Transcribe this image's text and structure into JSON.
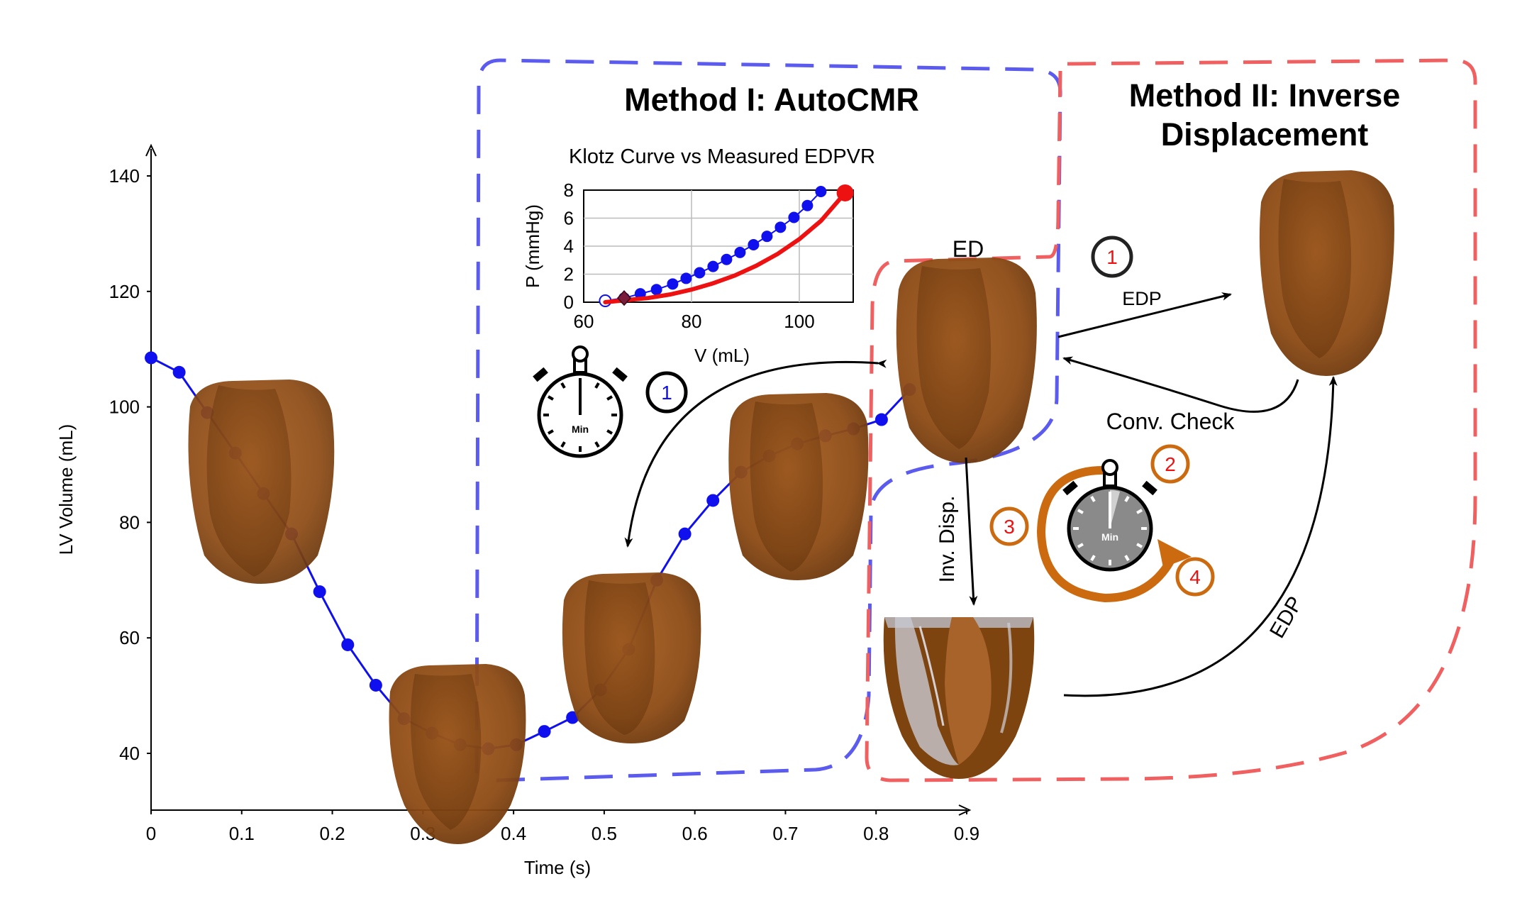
{
  "colors": {
    "lv_series": "#1010ee",
    "klotz_curve": "#ee1111",
    "method1_border": "#5b5bef",
    "method2_border": "#f06060",
    "heart_outer": "#9a5318",
    "heart_inner": "#7a3d0c",
    "stopwatch_orange": "#cc6a10",
    "timer_face_gray": "#8a8a8a"
  },
  "main_chart": {
    "ylabel": "LV Volume (mL)",
    "xlabel": "Time (s)",
    "y_ticks": [
      "40",
      "60",
      "80",
      "100",
      "120",
      "140"
    ],
    "x_ticks": [
      "0",
      "0.1",
      "0.2",
      "0.3",
      "0.4",
      "0.5",
      "0.6",
      "0.7",
      "0.8",
      "0.9"
    ]
  },
  "method1": {
    "title": "Method I: AutoCMR"
  },
  "method2": {
    "title_line1": "Method II: Inverse",
    "title_line2": "Displacement"
  },
  "inset": {
    "title": "Klotz Curve vs Measured EDPVR",
    "xlabel": "V (mL)",
    "ylabel": "P (mmHg)",
    "x_ticks": [
      "60",
      "80",
      "100"
    ],
    "y_ticks": [
      "0",
      "2",
      "4",
      "6",
      "8"
    ]
  },
  "labels": {
    "ed": "ED",
    "edp_top": "EDP",
    "edp_diag": "EDP",
    "conv_check": "Conv. Check",
    "inv_disp": "Inv. Disp.",
    "stopwatch_unit": "Min"
  },
  "step_badges": {
    "m1_step": "1",
    "m2_step1": "1",
    "m2_step2": "2",
    "m2_step3": "3",
    "m2_step4": "4"
  },
  "chart_data": [
    {
      "type": "line",
      "title": "",
      "xlabel": "Time (s)",
      "ylabel": "LV Volume (mL)",
      "xlim": [
        0,
        0.9
      ],
      "ylim": [
        30,
        145
      ],
      "grid": false,
      "series": [
        {
          "x": [
            0.0,
            0.031,
            0.062,
            0.093,
            0.124,
            0.155,
            0.186,
            0.217,
            0.248,
            0.279,
            0.31,
            0.341,
            0.372,
            0.403,
            0.434,
            0.465,
            0.496,
            0.527,
            0.558,
            0.589,
            0.62,
            0.651,
            0.682,
            0.713,
            0.744,
            0.775,
            0.806,
            0.837
          ],
          "values": [
            108.5,
            106,
            99,
            92,
            85,
            78,
            68,
            58.8,
            51.8,
            46,
            43.5,
            41.5,
            40.8,
            41.5,
            43.8,
            46.2,
            51,
            58,
            70,
            78,
            83.8,
            88.7,
            91.5,
            93.6,
            95,
            96.2,
            97.8,
            103
          ]
        }
      ]
    },
    {
      "type": "line",
      "title": "Klotz Curve vs Measured EDPVR",
      "xlabel": "V (mL)",
      "ylabel": "P (mmHg)",
      "xlim": [
        60,
        110
      ],
      "ylim": [
        0,
        8
      ],
      "grid": true,
      "series": [
        {
          "x": [
            64,
            67.5,
            70.5,
            73.5,
            76.5,
            79,
            81.5,
            84,
            86.5,
            89,
            91.5,
            94,
            96.5,
            99,
            101.5,
            104
          ],
          "values": [
            0.1,
            0.3,
            0.6,
            0.9,
            1.3,
            1.7,
            2.1,
            2.55,
            3.05,
            3.55,
            4.1,
            4.7,
            5.35,
            6.05,
            6.9,
            7.9
          ]
        },
        {
          "x": [
            64,
            68,
            72,
            76,
            80,
            84,
            88,
            92,
            96,
            100,
            104,
            108.5
          ],
          "values": [
            0,
            0.15,
            0.3,
            0.55,
            0.9,
            1.35,
            1.9,
            2.6,
            3.45,
            4.5,
            5.8,
            7.8
          ]
        }
      ]
    }
  ]
}
